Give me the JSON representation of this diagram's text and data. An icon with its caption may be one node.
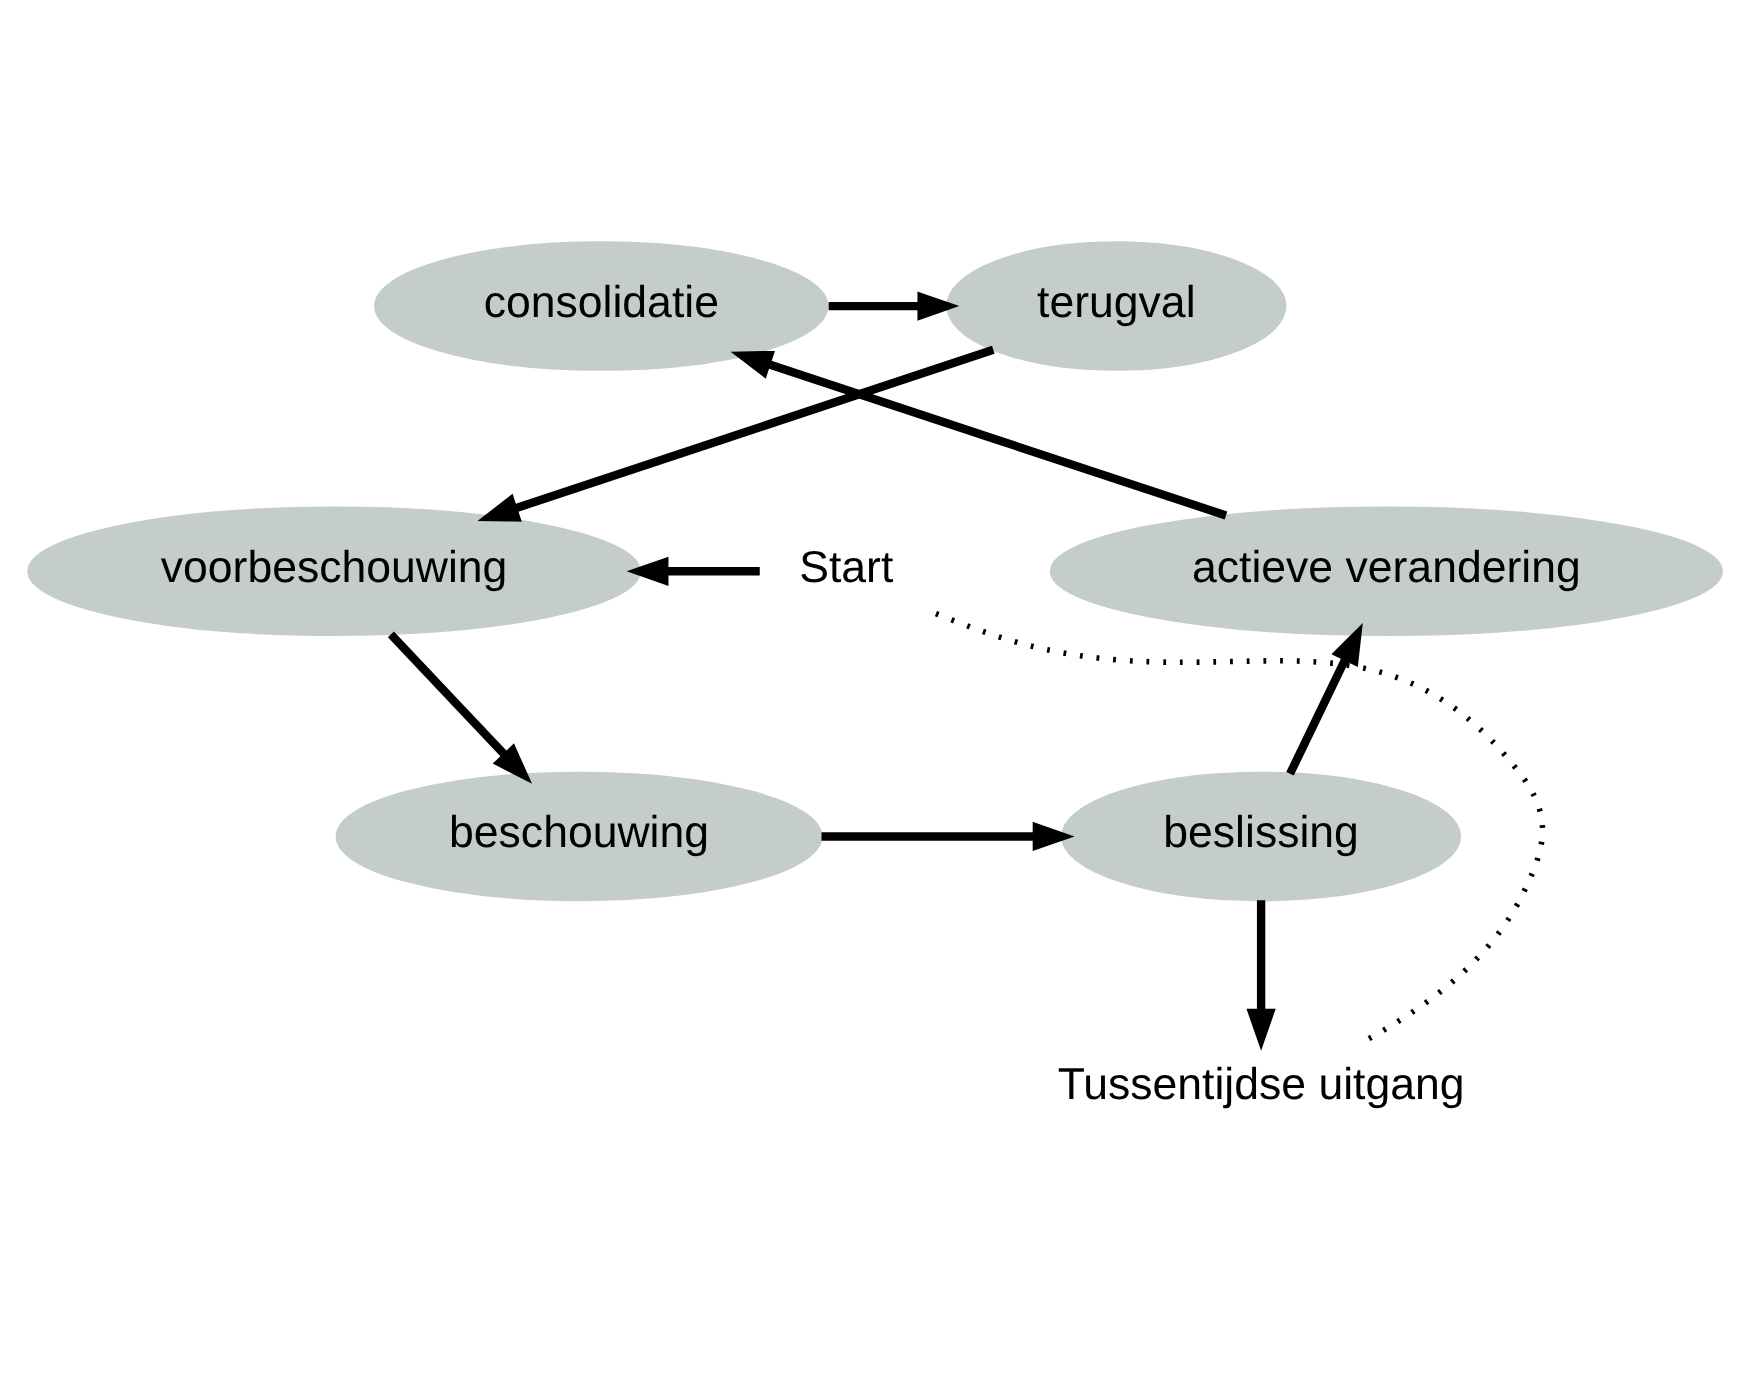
{
  "diagram": {
    "nodes": [
      {
        "text": [
          "terugval"
        ]
      },
      {
        "text": [
          "voorbeschouwing"
        ]
      },
      {
        "text": [
          "beschouwing"
        ]
      },
      {
        "text": [
          "beslissing"
        ]
      },
      {
        "text": [
          "actieve verandering"
        ]
      },
      {
        "text": [
          "consolidatie"
        ]
      },
      {
        "text": [
          "Start"
        ]
      },
      {
        "text": [
          "Tussentijdse uitgang"
        ]
      }
    ],
    "edges": [
      {
        "from": 5,
        "to": 0,
        "arrow": "to"
      },
      {
        "from": 0,
        "to": 1,
        "arrow": "to"
      },
      {
        "from": 1,
        "to": 2,
        "arrow": "to"
      },
      {
        "from": 2,
        "to": 3,
        "arrow": "to"
      },
      {
        "from": 3,
        "to": 4,
        "arrow": "to"
      },
      {
        "from": 4,
        "to": 5,
        "arrow": "to"
      },
      {
        "from": 6,
        "to": 1,
        "arrow": "to"
      },
      {
        "from": 3,
        "to": 7,
        "arrow": "to"
      },
      {
        "from": 7,
        "to": 6,
        "arrow": "none",
        "style": "dashed"
      }
    ]
  }
}
